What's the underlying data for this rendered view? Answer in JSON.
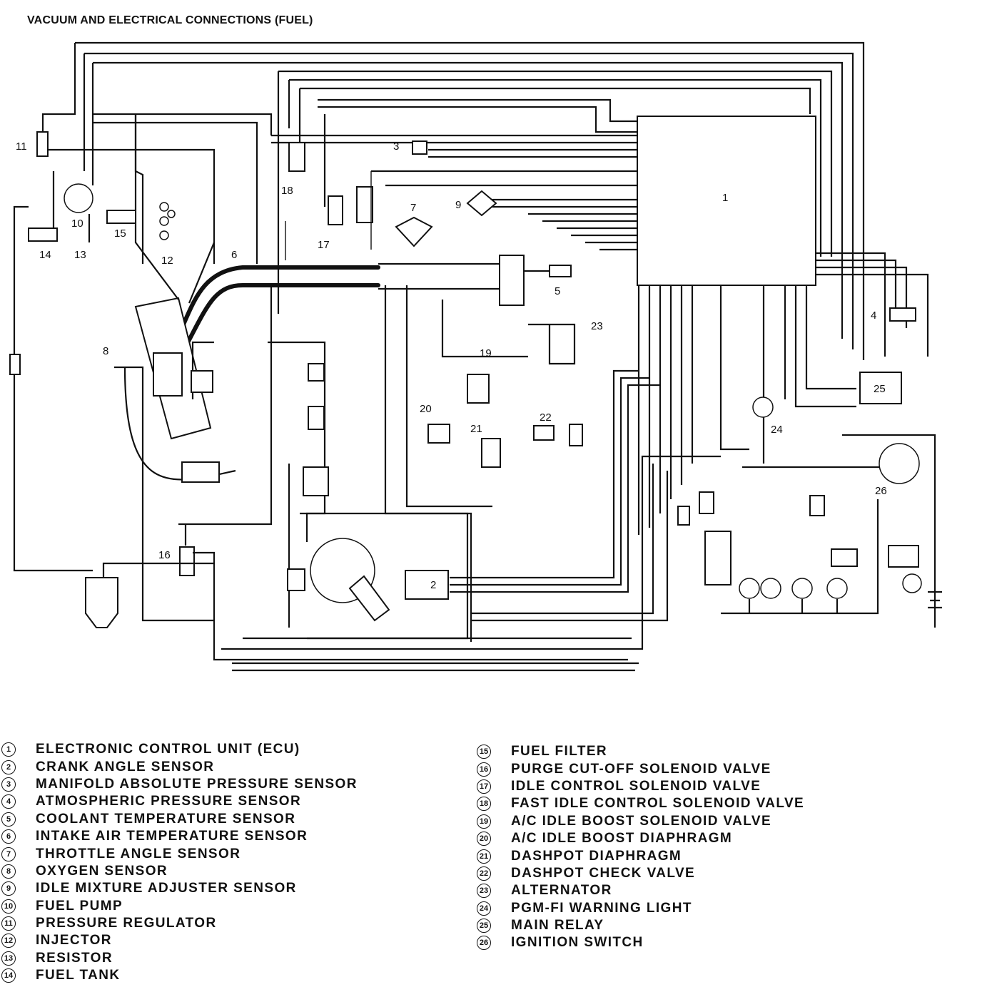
{
  "title": "VACUUM AND ELECTRICAL CONNECTIONS (FUEL)",
  "callouts": [
    "1",
    "2",
    "3",
    "4",
    "5",
    "6",
    "7",
    "8",
    "9",
    "10",
    "11",
    "12",
    "13",
    "14",
    "15",
    "16",
    "17",
    "18",
    "19",
    "20",
    "21",
    "22",
    "23",
    "24",
    "25",
    "26"
  ],
  "legend_left": [
    {
      "num": "1",
      "label": "ELECTRONIC CONTROL UNIT (ECU)"
    },
    {
      "num": "2",
      "label": "CRANK ANGLE SENSOR"
    },
    {
      "num": "3",
      "label": "MANIFOLD ABSOLUTE PRESSURE SENSOR"
    },
    {
      "num": "4",
      "label": "ATMOSPHERIC PRESSURE SENSOR"
    },
    {
      "num": "5",
      "label": "COOLANT TEMPERATURE SENSOR"
    },
    {
      "num": "6",
      "label": "INTAKE AIR TEMPERATURE SENSOR"
    },
    {
      "num": "7",
      "label": "THROTTLE ANGLE SENSOR"
    },
    {
      "num": "8",
      "label": "OXYGEN SENSOR"
    },
    {
      "num": "9",
      "label": "IDLE MIXTURE ADJUSTER SENSOR"
    },
    {
      "num": "10",
      "label": "FUEL PUMP"
    },
    {
      "num": "11",
      "label": "PRESSURE REGULATOR"
    },
    {
      "num": "12",
      "label": "INJECTOR"
    },
    {
      "num": "13",
      "label": "RESISTOR"
    },
    {
      "num": "14",
      "label": "FUEL TANK"
    }
  ],
  "legend_right": [
    {
      "num": "15",
      "label": "FUEL FILTER"
    },
    {
      "num": "16",
      "label": "PURGE CUT-OFF SOLENOID VALVE"
    },
    {
      "num": "17",
      "label": "IDLE CONTROL SOLENOID VALVE"
    },
    {
      "num": "18",
      "label": "FAST IDLE CONTROL SOLENOID VALVE"
    },
    {
      "num": "19",
      "label": "A/C IDLE BOOST SOLENOID VALVE"
    },
    {
      "num": "20",
      "label": "A/C IDLE BOOST DIAPHRAGM"
    },
    {
      "num": "21",
      "label": "DASHPOT DIAPHRAGM"
    },
    {
      "num": "22",
      "label": "DASHPOT CHECK VALVE"
    },
    {
      "num": "23",
      "label": "ALTERNATOR"
    },
    {
      "num": "24",
      "label": "PGM-FI WARNING LIGHT"
    },
    {
      "num": "25",
      "label": "MAIN RELAY"
    },
    {
      "num": "26",
      "label": "IGNITION SWITCH"
    }
  ]
}
